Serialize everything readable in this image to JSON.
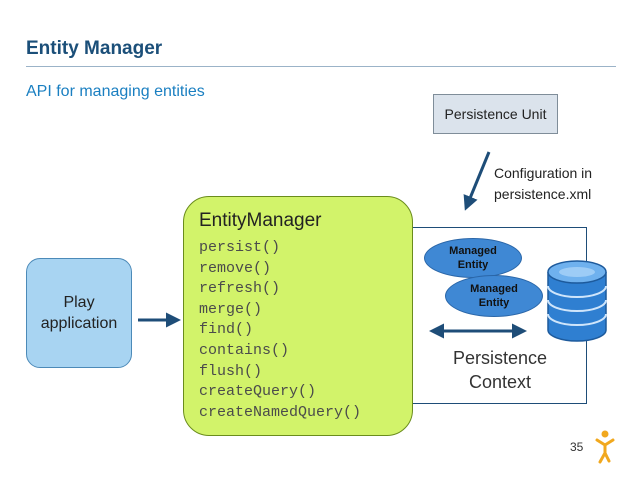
{
  "slide": {
    "title": "Entity Manager",
    "subtitle": "API for managing entities",
    "page_number": "35"
  },
  "diagram": {
    "persistence_unit": "Persistence Unit",
    "config_note": [
      "Configuration in",
      "persistence.xml"
    ],
    "entity_manager": {
      "title": "EntityManager",
      "methods": [
        "persist()",
        "remove()",
        "refresh()",
        "merge()",
        "find()",
        "contains()",
        "flush()",
        "createQuery()",
        "createNamedQuery()"
      ]
    },
    "play_application": [
      "Play",
      "application"
    ],
    "managed_entities": [
      [
        "Managed",
        "Entity"
      ],
      [
        "Managed",
        "Entity"
      ]
    ],
    "persistence_context": [
      "Persistence",
      "Context"
    ]
  },
  "colors": {
    "title": "#1b4f79",
    "subtitle": "#1a7fc1",
    "entity_manager_fill": "#d2f36a",
    "play_fill": "#a8d4f2",
    "managed_entity_fill": "#3f88d4",
    "database_fill": "#2f7fd1",
    "arrow": "#1e4d78"
  },
  "icons": {
    "database": "database-icon",
    "logo": "stick-figure-logo-icon"
  }
}
